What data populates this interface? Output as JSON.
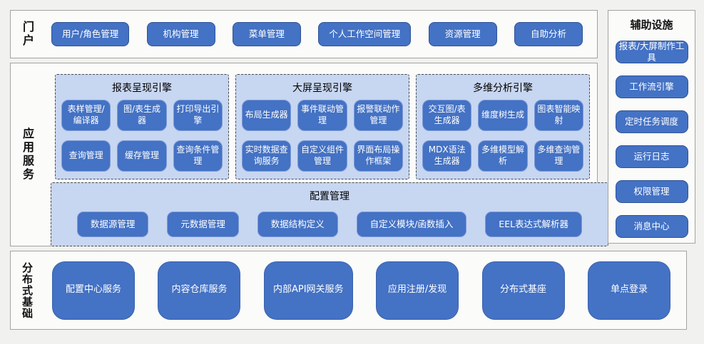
{
  "colors": {
    "accent_blue": "#4472c4",
    "button_border": "#2e5396",
    "panel_blue": "#c7d6f1",
    "page_background": "#f1f1ef",
    "section_background": "#fbfbfa",
    "section_border": "#a3a3a1"
  },
  "portal": {
    "label": "门户",
    "buttons": [
      "用户/角色管理",
      "机构管理",
      "菜单管理",
      "个人工作空间管理",
      "资源管理",
      "自助分析"
    ]
  },
  "app_services": {
    "label": "应用服务",
    "engines": [
      {
        "title": "报表呈现引擎",
        "buttons": [
          "表样管理/编译器",
          "图/表生成器",
          "打印导出引擎",
          "查询管理",
          "缓存管理",
          "查询条件管理"
        ]
      },
      {
        "title": "大屏呈现引擎",
        "buttons": [
          "布局生成器",
          "事件联动管理",
          "报警联动作管理",
          "实时数据查询服务",
          "自定义组件管理",
          "界面布局操作框架"
        ]
      },
      {
        "title": "多维分析引擎",
        "buttons": [
          "交互图/表生成器",
          "维度树生成",
          "图表智能映射",
          "MDX语法生成器",
          "多维模型解析",
          "多维查询管理"
        ]
      }
    ],
    "config": {
      "title": "配置管理",
      "buttons": [
        "数据源管理",
        "元数据管理",
        "数据结构定义",
        "自定义模块/函数插入",
        "EEL表达式解析器"
      ]
    }
  },
  "auxiliary": {
    "title": "辅助设施",
    "buttons": [
      "报表/大屏制作工具",
      "工作流引擎",
      "定时任务调度",
      "运行日志",
      "权限管理",
      "消息中心"
    ]
  },
  "distributed": {
    "label": "分布式基础",
    "buttons": [
      "配置中心服务",
      "内容仓库服务",
      "内部API网关服务",
      "应用注册/发现",
      "分布式基座",
      "单点登录"
    ]
  }
}
